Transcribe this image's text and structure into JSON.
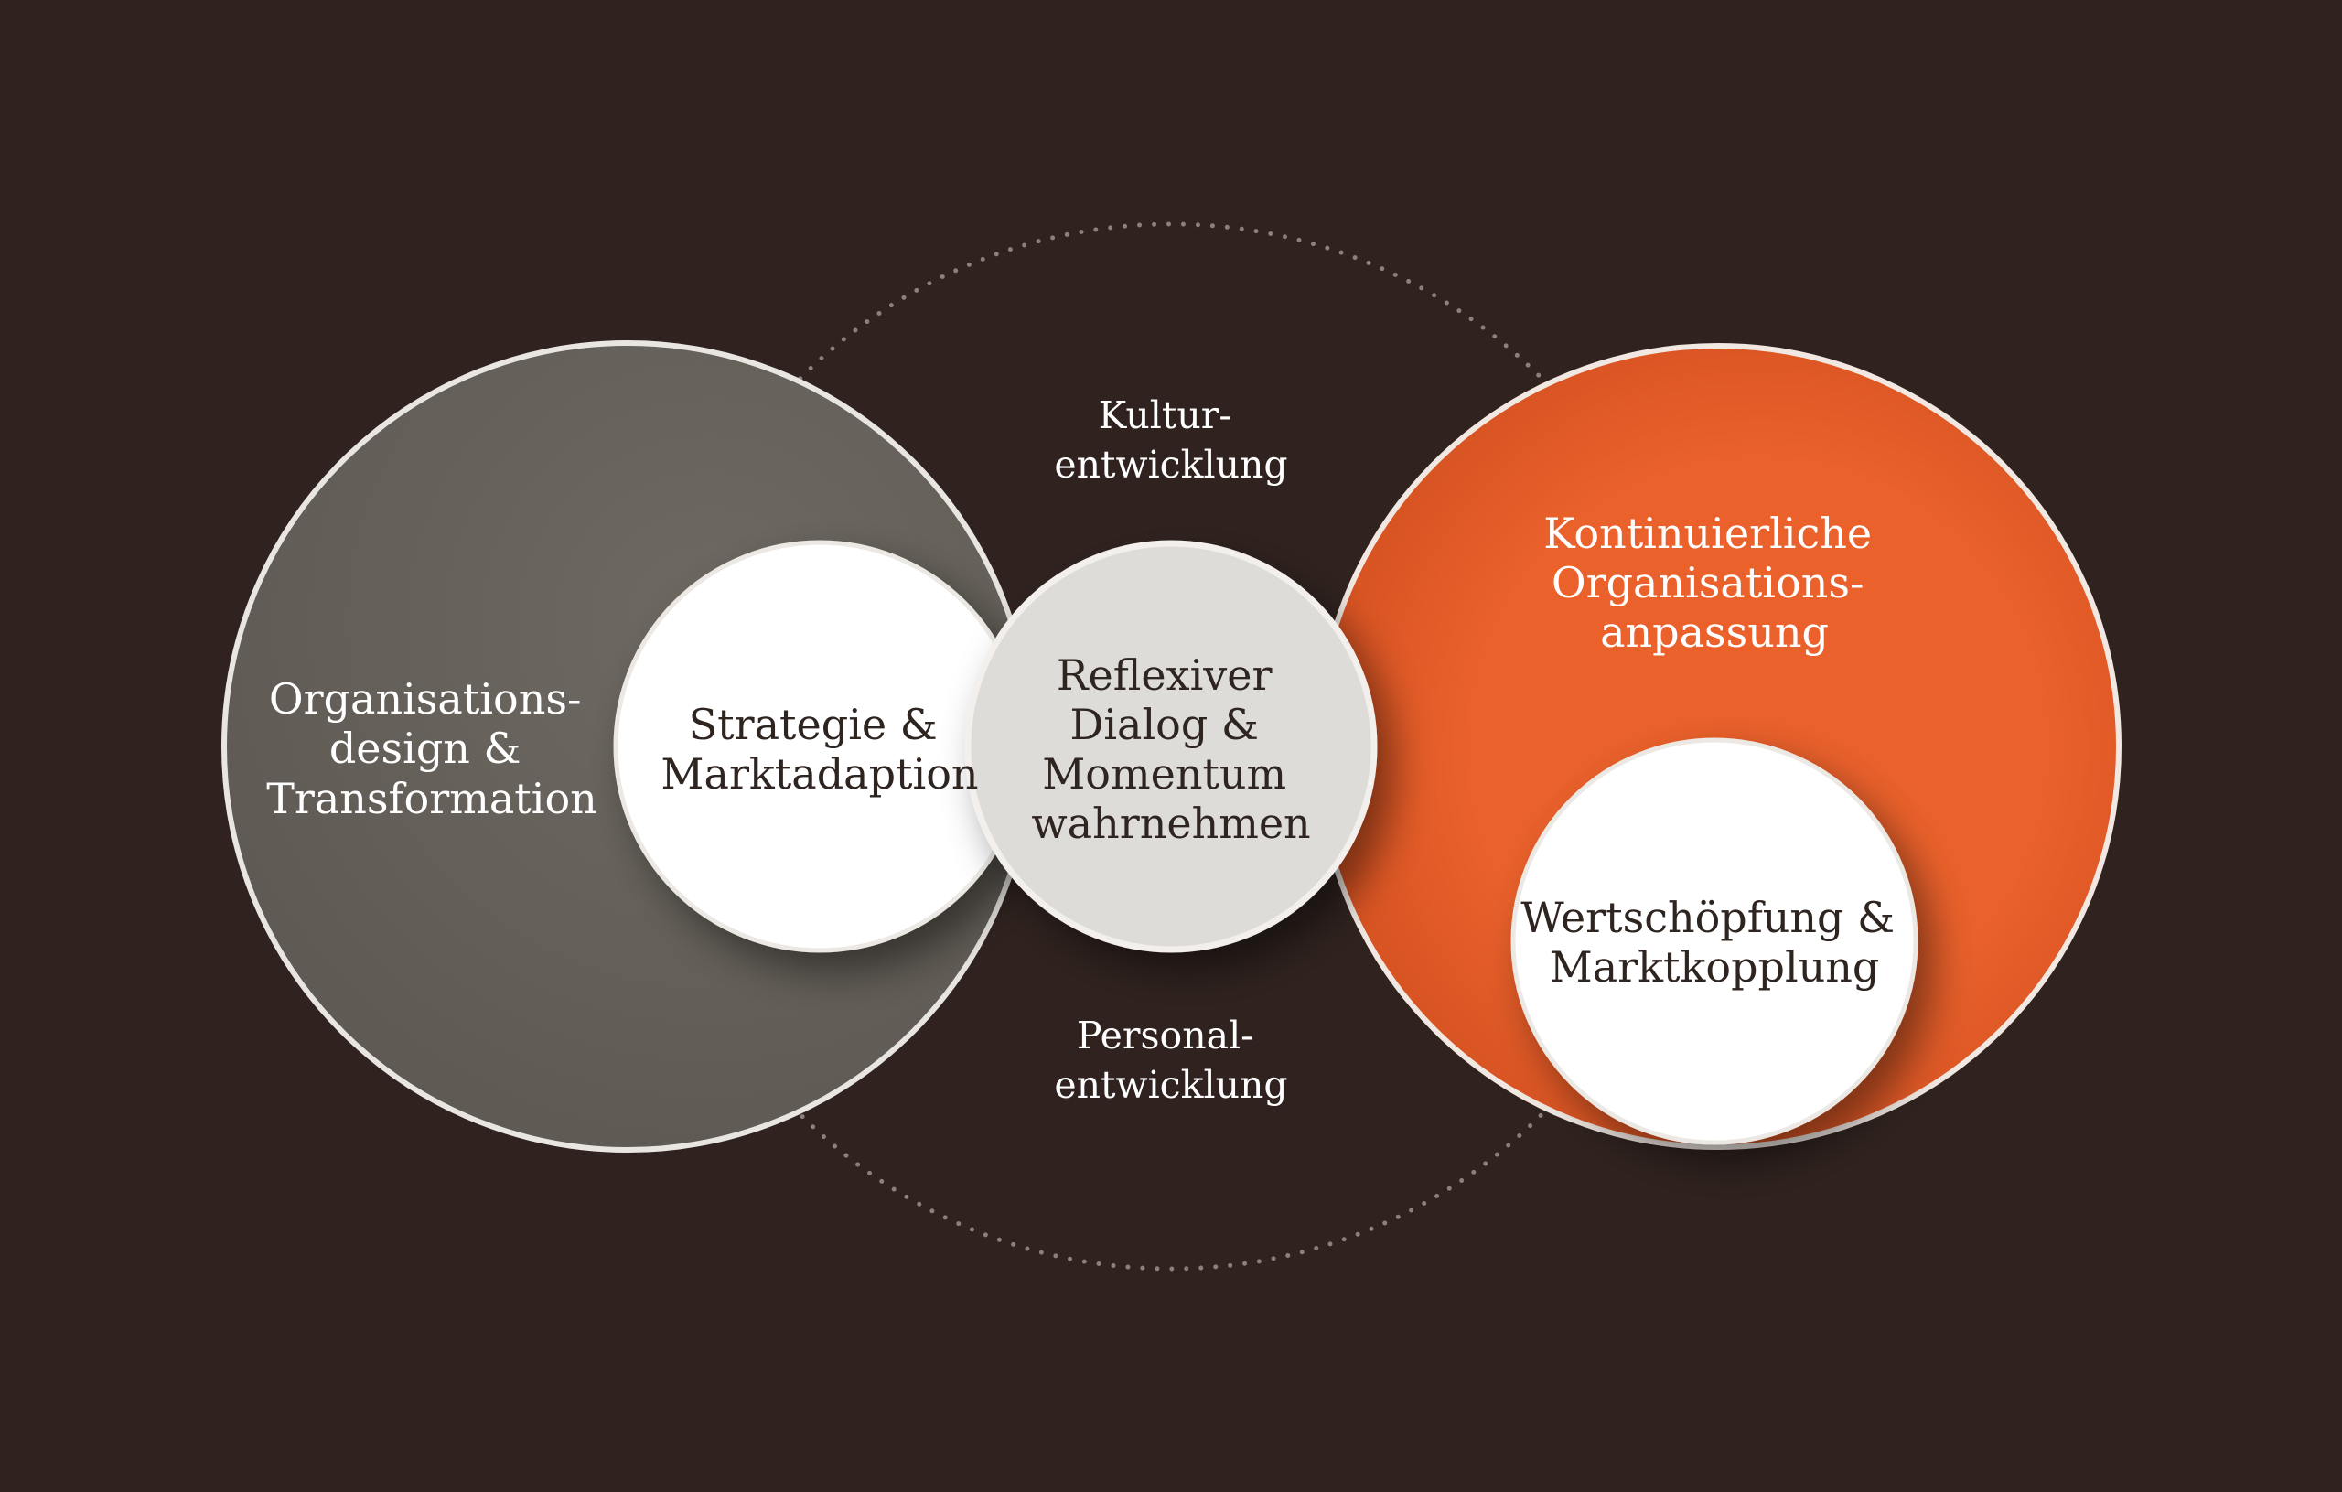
{
  "colors": {
    "background": "#30231f",
    "left_circle": "#67625b",
    "right_circle": "#e8602b",
    "center_circle": "#dddcd8",
    "inner_circle": "#ffffff"
  },
  "left": {
    "lines": [
      "Organisations-",
      "design &",
      "Transformation"
    ]
  },
  "left_inner": {
    "lines": [
      "Strategie &",
      "Marktadaption"
    ]
  },
  "center": {
    "lines": [
      "Reflexiver",
      "Dialog &",
      "Momentum",
      "wahrnehmen"
    ]
  },
  "top_label": {
    "lines": [
      "Kultur-",
      "entwicklung"
    ]
  },
  "bottom_label": {
    "lines": [
      "Personal-",
      "entwicklung"
    ]
  },
  "right": {
    "lines": [
      "Kontinuierliche",
      "Organisations-",
      "anpassung"
    ]
  },
  "right_inner": {
    "lines": [
      "Wertschöpfung &",
      "Marktkopplung"
    ]
  }
}
